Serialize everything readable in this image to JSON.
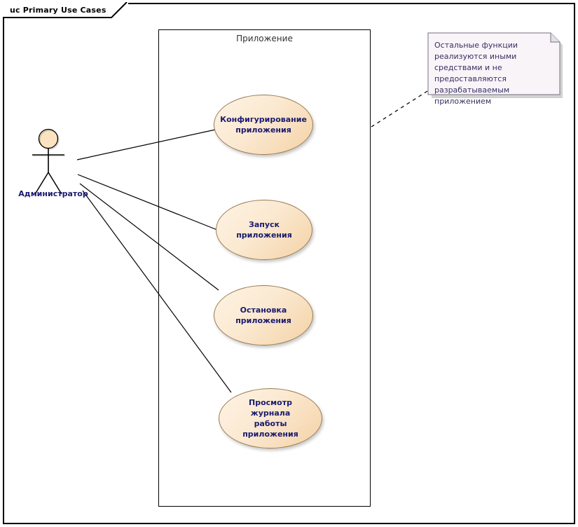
{
  "frame": {
    "label": "uc Primary Use Cases"
  },
  "system_boundary": {
    "label": "Приложение"
  },
  "actor": {
    "name": "Администратор",
    "icon": "stick-figure-actor-icon",
    "head_fill": "#fbe3c0",
    "stroke": "#000000"
  },
  "use_cases": [
    {
      "id": "configure",
      "label": "Конфигурирование приложения",
      "lines": [
        "Конфигурирование",
        "приложения"
      ]
    },
    {
      "id": "start",
      "label": "Запуск приложения",
      "lines": [
        "Запуск приложения"
      ]
    },
    {
      "id": "stop",
      "label": "Остановка приложения",
      "lines": [
        "Остановка",
        "приложения"
      ]
    },
    {
      "id": "view-log",
      "label": "Просмотр журнала работы приложения",
      "lines": [
        "Просмотр журнала",
        "работы приложения"
      ]
    }
  ],
  "note": {
    "text": "Остальные функции реализуются иными средствами и не предоставляются разрабатываемым приложением",
    "fill": "#f8f4f8",
    "stroke": "#8a8a96",
    "text_color": "#3a2f63"
  },
  "colors": {
    "usecase_fill_light": "#fdf3e4",
    "usecase_fill_dark": "#f4d2a6",
    "usecase_stroke": "#9b7b52",
    "label_text": "#1a1a6e",
    "boundary_stroke": "#000000",
    "frame_stroke": "#000000"
  },
  "associations": [
    {
      "from": "actor",
      "to": "configure"
    },
    {
      "from": "actor",
      "to": "start"
    },
    {
      "from": "actor",
      "to": "stop"
    },
    {
      "from": "actor",
      "to": "view-log"
    }
  ],
  "note_link": {
    "from": "note",
    "to": "system_boundary",
    "style": "dashed"
  }
}
